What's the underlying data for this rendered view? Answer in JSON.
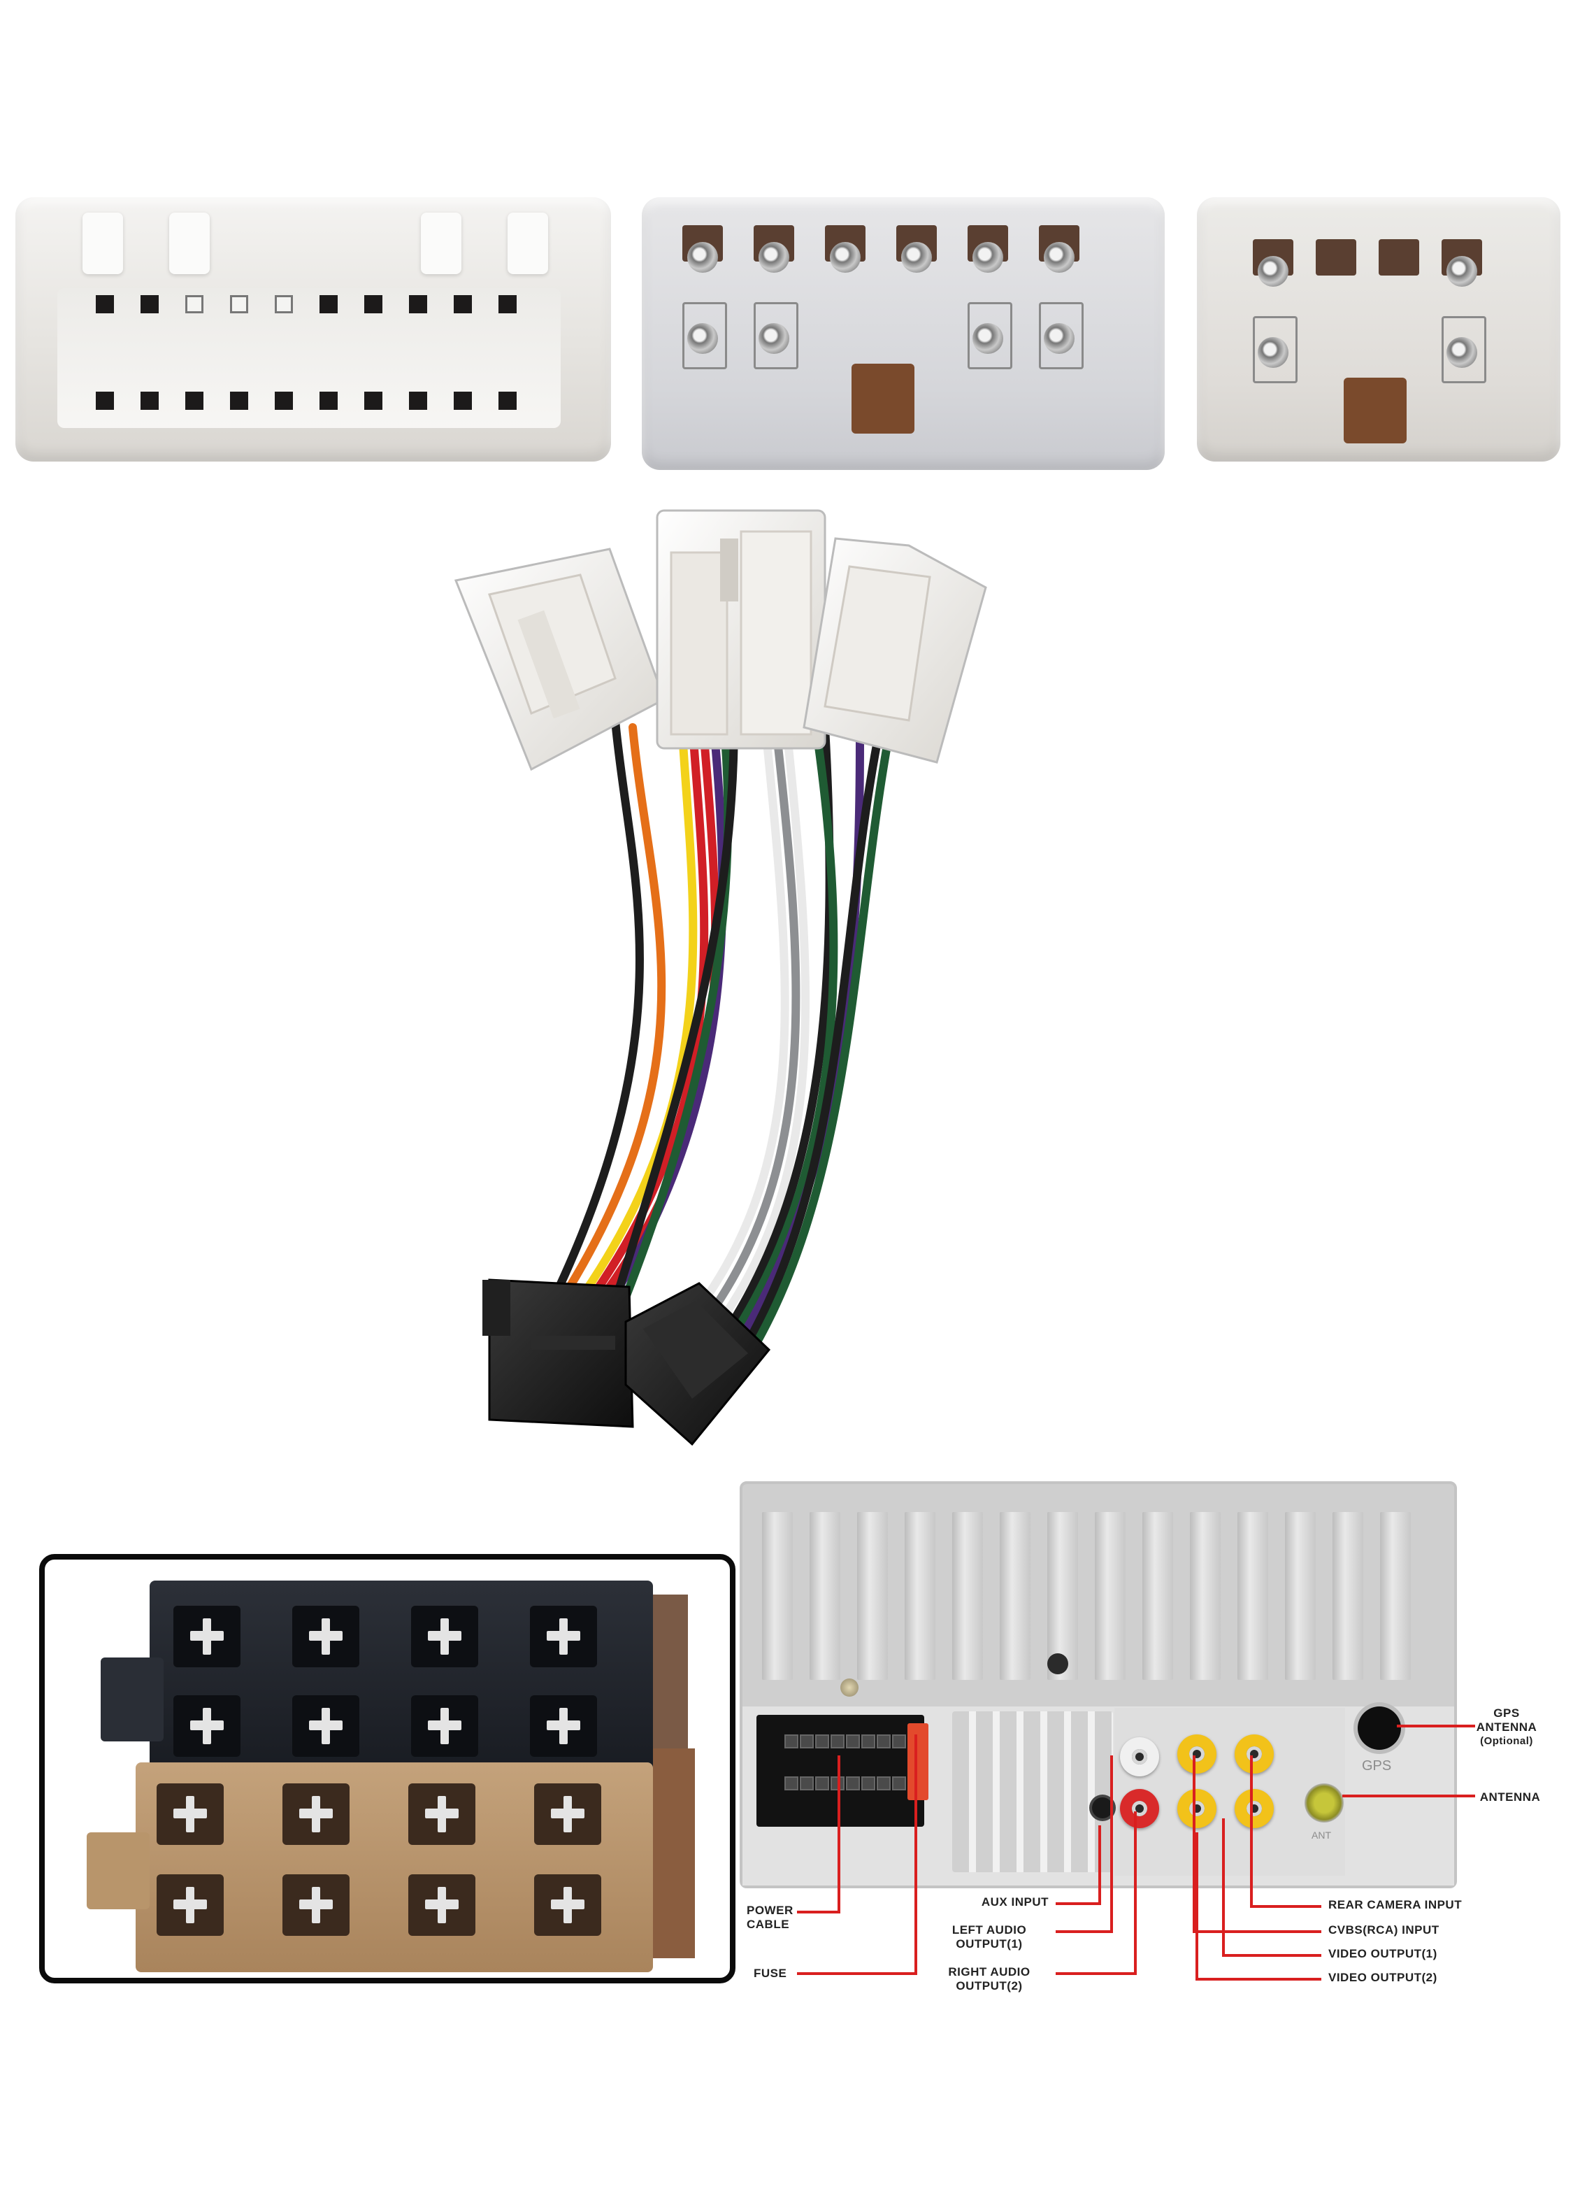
{
  "colors": {
    "leader_line": "#d91f1f",
    "wire_orange": "#e56f18",
    "wire_red": "#d11f26",
    "wire_yellow": "#f3d21a",
    "wire_purple": "#4a2a78",
    "wire_green": "#1f5b33",
    "wire_white": "#f2f2f2",
    "wire_gray": "#8d8f92",
    "wire_black": "#1d1d1d"
  },
  "head_unit_labels": {
    "gps_antenna": "GPS",
    "gps_antenna_2": "ANTENNA",
    "gps_antenna_3": "(Optional)",
    "antenna": "ANTENNA",
    "power_cable_1": "POWER",
    "power_cable_2": "CABLE",
    "fuse": "FUSE",
    "aux_input": "AUX INPUT",
    "left_audio_1": "LEFT AUDIO",
    "left_audio_2": "OUTPUT(1)",
    "right_audio_1": "RIGHT AUDIO",
    "right_audio_2": "OUTPUT(2)",
    "rear_camera": "REAR CAMERA INPUT",
    "cvbs_input": "CVBS(RCA) INPUT",
    "video_out_1": "VIDEO OUTPUT(1)",
    "video_out_2": "VIDEO OUTPUT(2)"
  },
  "panel_embossed": {
    "gps": "GPS",
    "ant": "ANT"
  }
}
